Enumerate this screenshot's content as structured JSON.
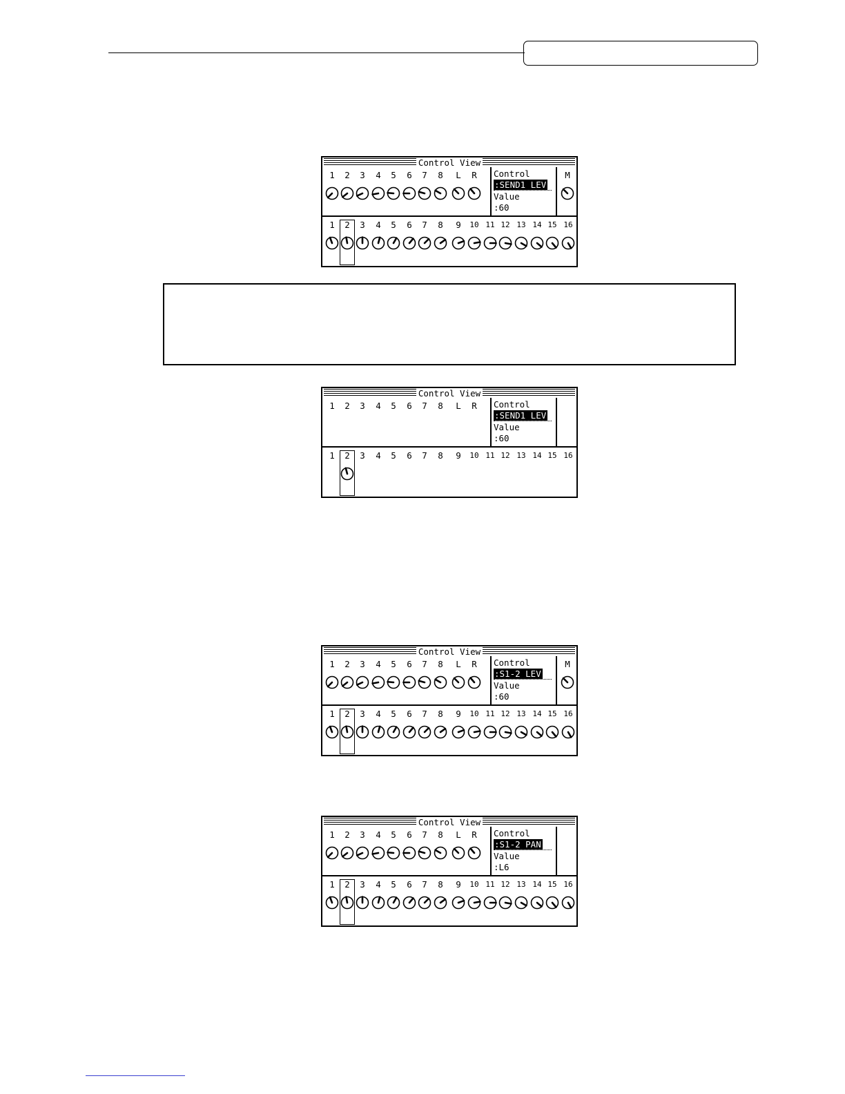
{
  "panels": [
    {
      "title": "Control View",
      "top_channels": [
        "1",
        "2",
        "3",
        "4",
        "5",
        "6",
        "7",
        "8",
        "L",
        "R"
      ],
      "top_knob_angles": [
        -135,
        -128,
        -115,
        -100,
        -85,
        -90,
        -75,
        -60,
        -45,
        -40
      ],
      "master_label": "M",
      "master_knob_angle": -45,
      "control_label": "Control",
      "control_value": ":SEND1 LEV",
      "value_label": "Value",
      "value_value": ":60",
      "bottom_channels": [
        "1",
        "2",
        "3",
        "4",
        "5",
        "6",
        "7",
        "8",
        "9",
        "10",
        "11",
        "12",
        "13",
        "14",
        "15",
        "16"
      ],
      "bottom_knob_angles": [
        -20,
        -10,
        0,
        15,
        30,
        40,
        45,
        55,
        70,
        80,
        90,
        100,
        120,
        130,
        140,
        150
      ],
      "selected_channel": 2,
      "show_top_knobs": true,
      "show_master_knob": true,
      "show_bottom_knobs": true
    },
    {
      "title": "Control View",
      "top_channels": [
        "1",
        "2",
        "3",
        "4",
        "5",
        "6",
        "7",
        "8",
        "L",
        "R"
      ],
      "top_knob_angles": [],
      "master_label": "",
      "master_knob_angle": null,
      "control_label": "Control",
      "control_value": ":SEND1 LEV",
      "value_label": "Value",
      "value_value": ":60",
      "bottom_channels": [
        "1",
        "2",
        "3",
        "4",
        "5",
        "6",
        "7",
        "8",
        "9",
        "10",
        "11",
        "12",
        "13",
        "14",
        "15",
        "16"
      ],
      "bottom_knob_angles": [
        null,
        -15
      ],
      "selected_channel": 2,
      "show_top_knobs": false,
      "show_master_knob": false,
      "show_bottom_knobs": true
    },
    {
      "title": "Control View",
      "top_channels": [
        "1",
        "2",
        "3",
        "4",
        "5",
        "6",
        "7",
        "8",
        "L",
        "R"
      ],
      "top_knob_angles": [
        -135,
        -128,
        -115,
        -100,
        -85,
        -90,
        -75,
        -60,
        -45,
        -40
      ],
      "master_label": "M",
      "master_knob_angle": -45,
      "control_label": "Control",
      "control_value": ":S1-2 LEV",
      "value_label": "Value",
      "value_value": ":60",
      "bottom_channels": [
        "1",
        "2",
        "3",
        "4",
        "5",
        "6",
        "7",
        "8",
        "9",
        "10",
        "11",
        "12",
        "13",
        "14",
        "15",
        "16"
      ],
      "bottom_knob_angles": [
        -20,
        -10,
        0,
        15,
        30,
        40,
        45,
        55,
        70,
        80,
        90,
        100,
        120,
        130,
        140,
        150
      ],
      "selected_channel": 2,
      "show_top_knobs": true,
      "show_master_knob": true,
      "show_bottom_knobs": true
    },
    {
      "title": "Control View",
      "top_channels": [
        "1",
        "2",
        "3",
        "4",
        "5",
        "6",
        "7",
        "8",
        "L",
        "R"
      ],
      "top_knob_angles": [
        -135,
        -128,
        -115,
        -100,
        -85,
        -90,
        -75,
        -60,
        -45,
        -40
      ],
      "master_label": "",
      "master_knob_angle": null,
      "control_label": "Control",
      "control_value": ":S1-2 PAN",
      "value_label": "Value",
      "value_value": ":L6",
      "bottom_channels": [
        "1",
        "2",
        "3",
        "4",
        "5",
        "6",
        "7",
        "8",
        "9",
        "10",
        "11",
        "12",
        "13",
        "14",
        "15",
        "16"
      ],
      "bottom_knob_angles": [
        -20,
        -10,
        0,
        15,
        30,
        40,
        45,
        55,
        70,
        80,
        90,
        100,
        120,
        130,
        140,
        150
      ],
      "selected_channel": 2,
      "show_top_knobs": true,
      "show_master_knob": false,
      "show_bottom_knobs": true
    }
  ]
}
